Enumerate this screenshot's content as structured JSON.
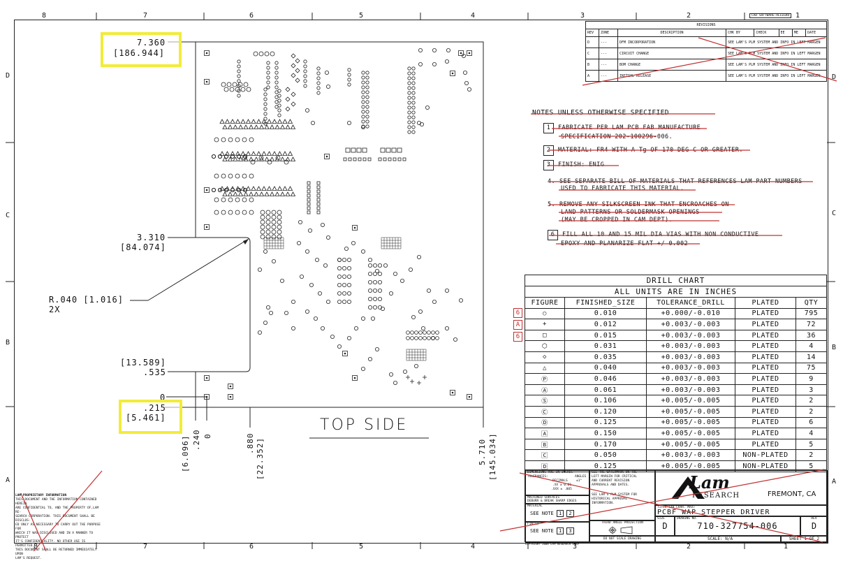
{
  "zones": {
    "top": [
      "8",
      "7",
      "6",
      "5",
      "4",
      "3",
      "2",
      "1"
    ],
    "bottom": [
      "8",
      "7",
      "6",
      "5",
      "4",
      "3",
      "2",
      "1"
    ],
    "left": [
      "D",
      "C",
      "B",
      "A"
    ],
    "right": [
      "D",
      "C",
      "B",
      "A"
    ]
  },
  "cad_box": "CAD SOFTWARE:ALLEGRO",
  "revisions": {
    "title": "REVISIONS",
    "headers": [
      "REV",
      "ZONE",
      "DESCRIPTION",
      "CHK BY",
      "CHECK",
      "EE",
      "ME",
      "DATE"
    ],
    "rows": [
      {
        "rev": "D",
        "zone": "---",
        "desc": "DFM INCORPORATION",
        "info": "SEE LAM'S PLM SYSTEM AND INFO IN LEFT MARGEN"
      },
      {
        "rev": "C",
        "zone": "---",
        "desc": "CIRCUIT CHANGE",
        "info": "SEE LAM'S PLM SYSTEM AND INFO IN LEFT MARGEN"
      },
      {
        "rev": "B",
        "zone": "---",
        "desc": "BOM CHANGE",
        "info": "SEE LAM'S PLM SYSTEM AND INFO IN LEFT MARGEN"
      },
      {
        "rev": "A",
        "zone": "---",
        "desc": "INITIAL RELEASE",
        "info": "SEE LAM'S PLM SYSTEM AND INFO IN LEFT MARGEN"
      }
    ]
  },
  "notes": {
    "title": "NOTES UNLESS OTHERWISE SPECIFIED",
    "items": [
      {
        "num": "1",
        "boxed": true,
        "lines": [
          "FABRICATE PER LAM PCB FAB MANUFACTURE",
          "SPECIFICATION 202-100296-006."
        ]
      },
      {
        "num": "2",
        "boxed": true,
        "lines": [
          "MATERIAL: FR4 WITH A Tg OF 170 DEG C OR GREATER."
        ]
      },
      {
        "num": "3",
        "boxed": true,
        "lines": [
          "FINISH: ENIG"
        ]
      },
      {
        "num": "4.",
        "boxed": false,
        "lines": [
          "SEE SEPARATE BILL OF MATERIALS THAT REFERENCES LAM PART NUMBERS",
          "USED TO FABRICATE THIS MATERIAL."
        ]
      },
      {
        "num": "5.",
        "boxed": false,
        "lines": [
          "REMOVE ANY SILKSCREEN INK THAT ENCROACHES ON",
          "LAND PATTERNS OR SOLDERMASK OPENINGS",
          "(MAY BE CROPPED IN CAM DEPT)."
        ]
      },
      {
        "num": "6",
        "boxed": true,
        "lines": [
          "FILL ALL 10 AND 15 MIL DIA VIAS WITH NON CONDUCTIVE",
          "EPOXY AND PLANARIZE FLAT +/-0.002"
        ]
      }
    ]
  },
  "drill_chart": {
    "title": "DRILL CHART",
    "subtitle": "ALL UNITS ARE IN INCHES",
    "headers": [
      "FIGURE",
      "FINISHED_SIZE",
      "TOLERANCE_DRILL",
      "PLATED",
      "QTY"
    ],
    "side_flags": [
      "6",
      "A",
      "6"
    ],
    "rows": [
      {
        "fig": "○",
        "size": "0.010",
        "tol": "+0.000/-0.010",
        "plated": "PLATED",
        "qty": "795"
      },
      {
        "fig": "+",
        "size": "0.012",
        "tol": "+0.003/-0.003",
        "plated": "PLATED",
        "qty": "72"
      },
      {
        "fig": "□",
        "size": "0.015",
        "tol": "+0.003/-0.003",
        "plated": "PLATED",
        "qty": "36"
      },
      {
        "fig": "⬡",
        "size": "0.031",
        "tol": "+0.003/-0.003",
        "plated": "PLATED",
        "qty": "4"
      },
      {
        "fig": "◇",
        "size": "0.035",
        "tol": "+0.003/-0.003",
        "plated": "PLATED",
        "qty": "14"
      },
      {
        "fig": "△",
        "size": "0.040",
        "tol": "+0.003/-0.003",
        "plated": "PLATED",
        "qty": "75"
      },
      {
        "fig": "Ⓟ",
        "size": "0.046",
        "tol": "+0.003/-0.003",
        "plated": "PLATED",
        "qty": "9"
      },
      {
        "fig": "Ⓐ",
        "size": "0.061",
        "tol": "+0.003/-0.003",
        "plated": "PLATED",
        "qty": "3"
      },
      {
        "fig": "Ⓢ",
        "size": "0.106",
        "tol": "+0.005/-0.005",
        "plated": "PLATED",
        "qty": "2"
      },
      {
        "fig": "Ⓒ",
        "size": "0.120",
        "tol": "+0.005/-0.005",
        "plated": "PLATED",
        "qty": "2"
      },
      {
        "fig": "Ⓓ",
        "size": "0.125",
        "tol": "+0.005/-0.005",
        "plated": "PLATED",
        "qty": "6"
      },
      {
        "fig": "🄰",
        "size": "0.150",
        "tol": "+0.005/-0.005",
        "plated": "PLATED",
        "qty": "4"
      },
      {
        "fig": "🄱",
        "size": "0.170",
        "tol": "+0.005/-0.005",
        "plated": "PLATED",
        "qty": "5"
      },
      {
        "fig": "🄲",
        "size": "0.050",
        "tol": "+0.003/-0.003",
        "plated": "NON-PLATED",
        "qty": "2"
      },
      {
        "fig": "🄳",
        "size": "0.125",
        "tol": "+0.005/-0.005",
        "plated": "NON-PLATED",
        "qty": "5"
      }
    ]
  },
  "dimensions": {
    "top_in": "7.360",
    "top_mm": "[186.944]",
    "step_in": "3.310",
    "step_mm": "[84.074]",
    "radius": "R.040 [1.016]",
    "radius_count": "2X",
    "b_mm": "[13.589]",
    "b_in": ".535",
    "zero": "0",
    "bot_in": ".215",
    "bot_mm": "[5.461]",
    "v1_mm": "[6.096]",
    "v1_in": ".240",
    "v_zero": "0",
    "v2_in": ".880",
    "v2_mm": "[22.352]",
    "v3_in": "5.710",
    "v3_mm": "[145.034]"
  },
  "view_label": "TOP SIDE",
  "title_block": {
    "dims_title": "DIMENSIONS ARE IN INCHES",
    "tolerances_label": "TOLERANCES:",
    "decimals": "DECIMALS",
    "decimal_values": [
      ".XX ± 0.01",
      ".XXX ± .005"
    ],
    "angles": "ANGLES",
    "angles_value": "±1°",
    "machined": "MACHINED SURFACES",
    "break_edges": "DEBURR & BREAK SHARP EDGES",
    "material_label": "MATERIAL",
    "material_note": "SEE NOTE",
    "material_refs": [
      "1",
      "2"
    ],
    "finish_label": "FINISH",
    "finish_note": "SEE NOTE",
    "finish_refs": [
      "1",
      "3"
    ],
    "watermark_text": [
      "SEE THE WATERMARK ON THE",
      "LEFT MARGIN FOR CRITICAL",
      "AND CURRENT REVISION",
      "APPROVALS AND DATES."
    ],
    "plm_text": [
      "SEE LAM'S PLM SYSTEM FOR",
      "HISTORICAL APPROVAL",
      "INFORMATION."
    ],
    "projection": "THIRD ANGLE PROJECTION",
    "do_not_scale": "DO NOT SCALE DRAWING",
    "company_line1": "Lam",
    "company_line2": "RESEARCH",
    "location": "FREMONT, CA",
    "title_label": "TITLE (40 CHAR. MAX)",
    "title": "PCBF WAP STEPPER DRIVER",
    "size_label": "SIZE",
    "size": "D",
    "drawing_no_label": "DRAWING NO.",
    "drawing_no": "710-327754-006",
    "rev_label": "REV",
    "rev": "D",
    "scale": "SCALE: N/A",
    "sheet": "SHEET 1 OF 2",
    "copyright": "COPYRIGHT 2008 LAM RESEARCH CORP"
  },
  "proprietary": {
    "title": "LAM PROPRIETARY INFORMATION",
    "lines": [
      "THIS DOCUMENT AND THE INFORMATION CONTAINED HEREIN",
      "ARE CONFIDENTIAL TO, AND THE PROPERTY OF,LAM RE-",
      "SEARCH CORPORATION. THIS DOCUMENT SHALL BE DISCLOS-",
      "ED ONLY AS NECESSARY TO CARRY OUT THE PURPOSE FOR",
      "WHICH IT WAS DISCLOSED AND IN A MANNER TO PROTECT",
      "IT'S CONFIDENTIALITY. NO OTHER USE IS PERMITTED.",
      "THIS DOCUMENT SHALL BE RETURNED IMMEDIATELY UPON",
      "LAM'S REQUEST."
    ]
  },
  "colors": {
    "highlight": "#f2ec3a",
    "redline": "#c23030",
    "ink": "#111111"
  }
}
